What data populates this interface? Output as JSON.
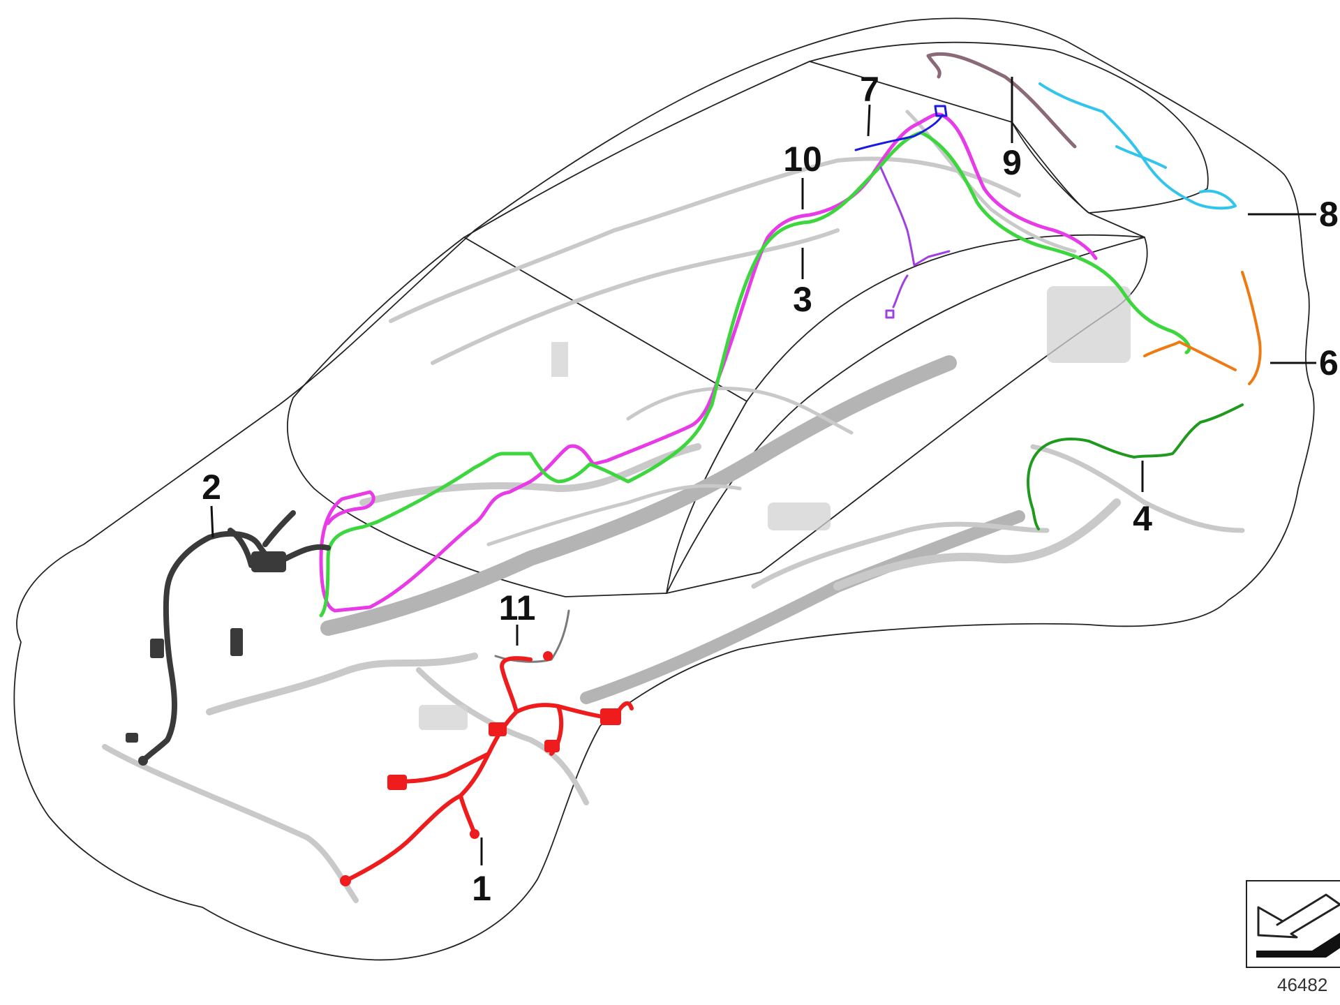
{
  "callouts": [
    {
      "id": "1",
      "label": "1"
    },
    {
      "id": "2",
      "label": "2"
    },
    {
      "id": "3",
      "label": "3"
    },
    {
      "id": "4",
      "label": "4"
    },
    {
      "id": "6",
      "label": "6"
    },
    {
      "id": "7",
      "label": "7"
    },
    {
      "id": "8",
      "label": "8"
    },
    {
      "id": "9",
      "label": "9"
    },
    {
      "id": "10",
      "label": "10"
    },
    {
      "id": "11",
      "label": "11"
    }
  ],
  "diagram_number": "46482",
  "harness_colors": {
    "1": "#ee1c1c",
    "2": "#3a3a3a",
    "3": "#3ed63e",
    "4": "#1f9a1f",
    "6": "#f07a12",
    "7": "#1a1ae0",
    "8": "#33c4ec",
    "9": "#8a6a78",
    "10": "#e83be8",
    "11": "#7a7a7a",
    "purple": "#a040e0"
  },
  "icons": {
    "orientation": "direction-arrow-icon"
  }
}
